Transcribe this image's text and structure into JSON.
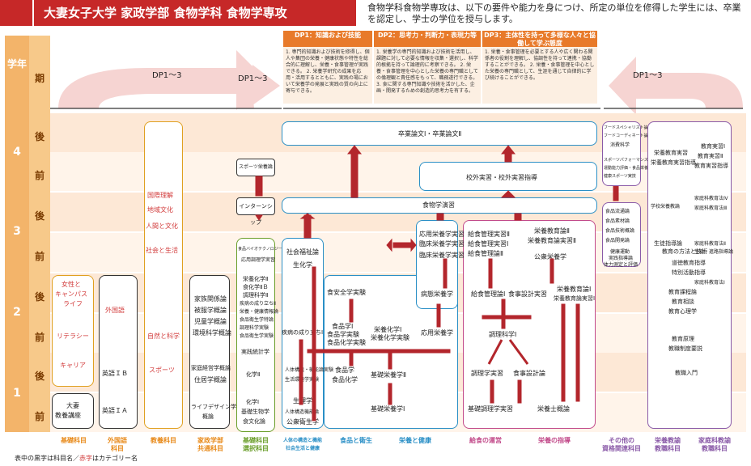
{
  "title": "大妻女子大学 家政学部 食物学科 食物学専攻",
  "desc": "食物学科食物学専攻は、以下の要件や能力を身につけ、所定の単位を修得した学生には、卒業を認定し、学士の学位を授与します。",
  "side": {
    "year": "学年",
    "period": "期",
    "years": [
      "4",
      "3",
      "2",
      "1"
    ],
    "terms": [
      "後",
      "前",
      "後",
      "前",
      "後",
      "前",
      "後",
      "前"
    ]
  },
  "dp": {
    "arrow_left": "DP1〜3",
    "arrow_mid": "DP1〜3",
    "arrow_right": "DP1〜3",
    "h1": "DP1：知識および技能",
    "h2": "DP2：思考力・判断力・表現力等",
    "h3": "DP3：主体性を持って多様な人々と協働して学ぶ態度",
    "t1": "1. 専門的知識および技術を修得し、個人や集団の栄養・健康状態や特性を総合的に理解し、栄養・食事管理が実践できる。 2. 栄養学研究の成果を応用・活用するとともに、実践の場において栄養学の発展と実践の質の向上に寄与できる。",
    "t2": "1. 栄養学の専門的知識および技術を活用し、課題に対して必要な情報を収集・選択し、科学的根拠を持って論理的に考察できる。 2. 栄養・食事管理を中心とした栄養の専門職としての倫理観と責任感をもって、職務遂行できる。 3. 食に関する専門知識や技術を活かした、企画・開発するための創造的思考力を有する。",
    "t3": "1. 栄養・食事管理を必要とする人や広く関わる関係者の役割を理解し、協調性を持って連携・協働することができる。 2. 栄養・食事管理を中心とした栄養の専門職として、生涯を通じて自律的に学び続けることができる。"
  },
  "kiso": {
    "a": "女性と",
    "b": "キャンパス",
    "c": "ライフ",
    "d": "リテラシー",
    "e": "キャリア",
    "f": "大妻",
    "g": "教養講座"
  },
  "gaikoku": {
    "a": "外国語",
    "b": "英語ＩＢ",
    "c": "英語ＩＡ"
  },
  "kyoyo": {
    "a": "国際理解",
    "b": "地域文化",
    "c": "人間と文化",
    "d": "社会と生活",
    "e": "自然と科学",
    "f": "スポーツ"
  },
  "kyotsu": {
    "a": "家族関係論",
    "b": "被服学概論",
    "c": "児童学概論",
    "d": "環境科学概論",
    "e": "家庭経営学概論",
    "f": "住居学概論",
    "g": "ライフデザイン学",
    "h": "概論"
  },
  "sentaku": {
    "a": "スポーツ栄養論",
    "b": "インターンシップ",
    "c": "食品バイオテクノロジー",
    "d": "応用調理学実習",
    "e": "栄養化学Ⅱ",
    "f": "食化学ⅡＢ",
    "g": "調理科学Ⅱ",
    "h": "疾病の成り立ちⅡ",
    "i": "栄養・健康情報論",
    "j": "食品衛生学特論",
    "k": "調理科学実験",
    "l": "食品衛生学実験",
    "m": "実践統計学",
    "n": "化学Ⅱ",
    "o": "化学Ⅰ",
    "p": "基礎生物学",
    "q": "食文化論"
  },
  "senmon": {
    "sotsuron": "卒業論文Ⅰ・卒業論文Ⅱ",
    "kogai": "校外実習・校外実習指導",
    "enshu": "食物学演習",
    "shakai": "社会福祉論",
    "seika": "生化学",
    "shippei": "疾病の成り立ちⅠ",
    "jintai": "人体の構造と機能",
    "jintai2": "人体構造・機能論実験",
    "seikatsu": "生活環境学実験",
    "seibutsu": "生理学",
    "jintai3": "人体構造機能論",
    "koshu": "公衆衛生学",
    "shokuan": "食安全学実験",
    "shokuhin1": "食品学Ⅰ",
    "shokuhin_j": "食品学実験",
    "shokuhin_k": "食品化学実験",
    "shokuhingaku": "食品学",
    "shokuka": "食品化学",
    "eiyo_k": "栄養化学Ⅰ",
    "eiyo_kj": "栄養化学実験",
    "kiso2": "基礎栄養学Ⅱ",
    "kiso1": "基礎栄養学Ⅰ",
    "byoto": "病態栄養学",
    "oyo": "応用栄養学",
    "oyo_j": "応用栄養学実習",
    "rinsho_j": "臨床栄養学実習",
    "rinsho": "臨床栄養学実習",
    "kyushoku3": "給食管理実習Ⅱ",
    "kyushoku2": "給食管理実習Ⅰ",
    "kyushoku_kr": "給食管理論Ⅱ",
    "kyushoku1": "給食管理論Ⅰ",
    "shokuji": "食事設計論",
    "shokuji_j": "食事設計実習",
    "eiyokyoiku2": "栄養教育論Ⅱ",
    "eiyokyoiku_j": "栄養教育論実習Ⅱ",
    "koshueiyo": "公衆栄養学",
    "eiyokyoiku1": "栄養教育論Ⅰ",
    "eiyokyoiku_j1": "栄養教育論実習Ⅰ",
    "chori1": "調理科学Ⅰ",
    "chori_j": "調理学実習",
    "chori_k": "基礎調理学実習",
    "shokuji_r": "食事設計論",
    "eiyoshi": "栄養士概論"
  },
  "shikaku": {
    "a": "フードスペシャリスト論",
    "b": "フードコーディネート論",
    "c": "消費科学",
    "d": "スポーツパフォーマンス論",
    "e": "運動能力評価・食品栄養",
    "f": "健康スポーツ実技",
    "g": "食品流通論",
    "h": "食品素材論",
    "i": "食品技術概論",
    "j": "食品開発論",
    "k": "健康運動",
    "l": "実践指導論",
    "m": "体力測定と評価"
  },
  "kyoshoku": {
    "a": "栄養教育実習",
    "b": "栄養教育実習指導",
    "c": "学校栄養教論",
    "d": "生徒指導論",
    "e": "教育実習Ⅰ",
    "f": "教育実習Ⅱ",
    "g": "教育実習指導",
    "h": "教育の方法と技術",
    "i": "道徳教育指導",
    "j": "特別活動指導",
    "k": "教育課程論",
    "l": "教育相談",
    "m": "教育心理学",
    "n": "教育原理",
    "o": "教職制度要説",
    "p": "教職入門",
    "q": "家庭科教育法Ⅳ",
    "r": "家庭科教育法Ⅲ",
    "s": "生徒・進路指導論",
    "t": "家庭科教育法Ⅱ",
    "u": "家庭科教育法Ⅰ"
  },
  "cats": [
    "基礎科目",
    "外国語\n科目",
    "教養科目",
    "家政学部\n共通科目",
    "基礎科目\n選択科目",
    "人体の構造と機能\n社会生活と健康",
    "食品と衛生",
    "栄養と健康",
    "給食の運営",
    "栄養の指導",
    "その他の\n資格関連科目",
    "栄養教諭\n教職科目",
    "家庭科教諭\n教職科目"
  ],
  "footer": {
    "a": "表中の黒字は科目名／",
    "b": "赤字",
    "c": "はカテゴリー名"
  }
}
